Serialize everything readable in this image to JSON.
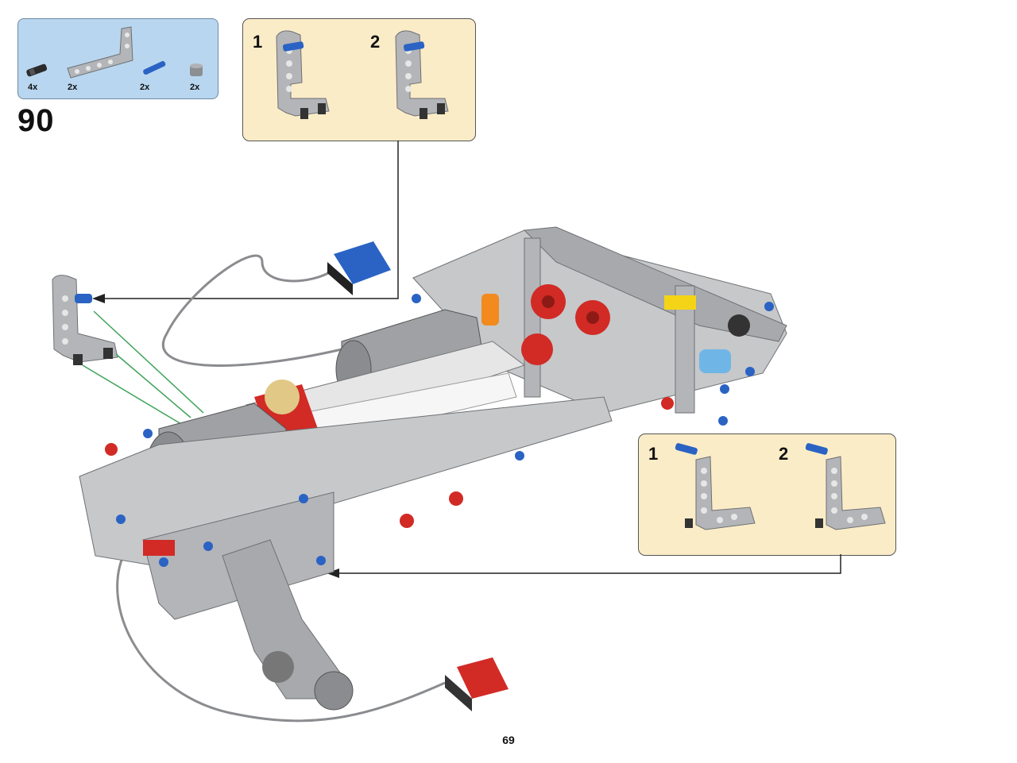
{
  "parts_list": {
    "items": [
      {
        "part": "black-friction-pin-icon",
        "qty": "4x"
      },
      {
        "part": "grey-l-beam-icon",
        "qty": "2x"
      },
      {
        "part": "blue-axle-pin-icon",
        "qty": "2x"
      },
      {
        "part": "grey-bush-icon",
        "qty": "2x"
      }
    ]
  },
  "step": {
    "number": "90"
  },
  "subassembly_top": {
    "substeps": [
      {
        "label": "1"
      },
      {
        "label": "2"
      }
    ]
  },
  "subassembly_right": {
    "substeps": [
      {
        "label": "1"
      },
      {
        "label": "2"
      }
    ]
  },
  "page": {
    "number": "69"
  },
  "colors": {
    "parts_box_bg": "#b8d6ef",
    "substep_bg": "#fbecc8",
    "technic_grey": "#a7a9ac",
    "technic_red": "#d22a25",
    "technic_yellow": "#f4d417",
    "technic_blue": "#2a63c4",
    "guide_green": "#3fa35a"
  }
}
